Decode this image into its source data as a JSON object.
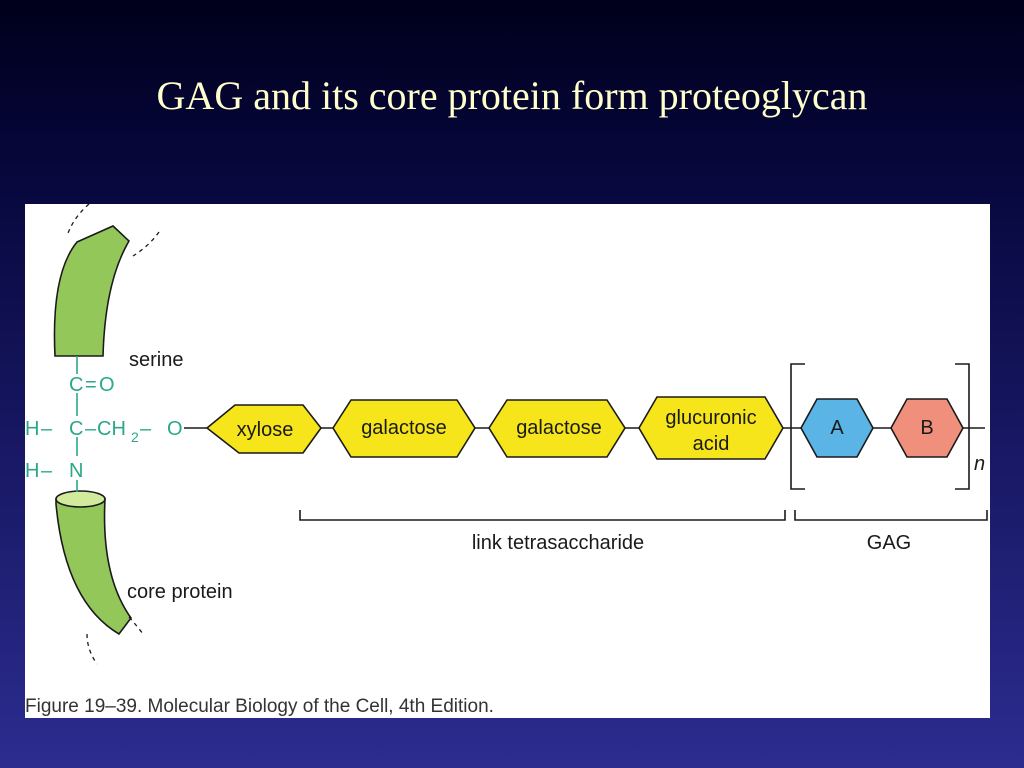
{
  "slide": {
    "title": "GAG and its core protein form proteoglycan"
  },
  "figure": {
    "labels": {
      "serine": "serine",
      "core_protein": "core protein",
      "link_tetrasaccharide": "link tetrasaccharide",
      "gag": "GAG",
      "repeat_n": "n"
    },
    "chemistry": {
      "carbonyl_c": "C",
      "carbonyl_eq": "=",
      "carbonyl_o": "O",
      "h_left": "H",
      "dash1": "–",
      "alpha_c": "C",
      "dash2": "–",
      "ch2": "CH",
      "ch2_sub": "2",
      "dash3": "–",
      "o_link": "O",
      "dash4": "–",
      "amide_h": "H",
      "amide_dash": "–",
      "amide_n": "N"
    },
    "sugars": {
      "xylose": "xylose",
      "galactose_1": "galactose",
      "galactose_2": "galactose",
      "glucuronic_line1": "glucuronic",
      "glucuronic_line2": "acid",
      "unit_a": "A",
      "unit_b": "B"
    },
    "caption": "Figure 19–39. Molecular Biology of the Cell, 4th Edition."
  },
  "colors": {
    "title_text": "#ffffcc",
    "sugar_fill": "#f5e51a",
    "unit_a_fill": "#5ab4e5",
    "unit_b_fill": "#f0907c",
    "protein_fill": "#93c759",
    "chemistry_text": "#2aa889"
  }
}
